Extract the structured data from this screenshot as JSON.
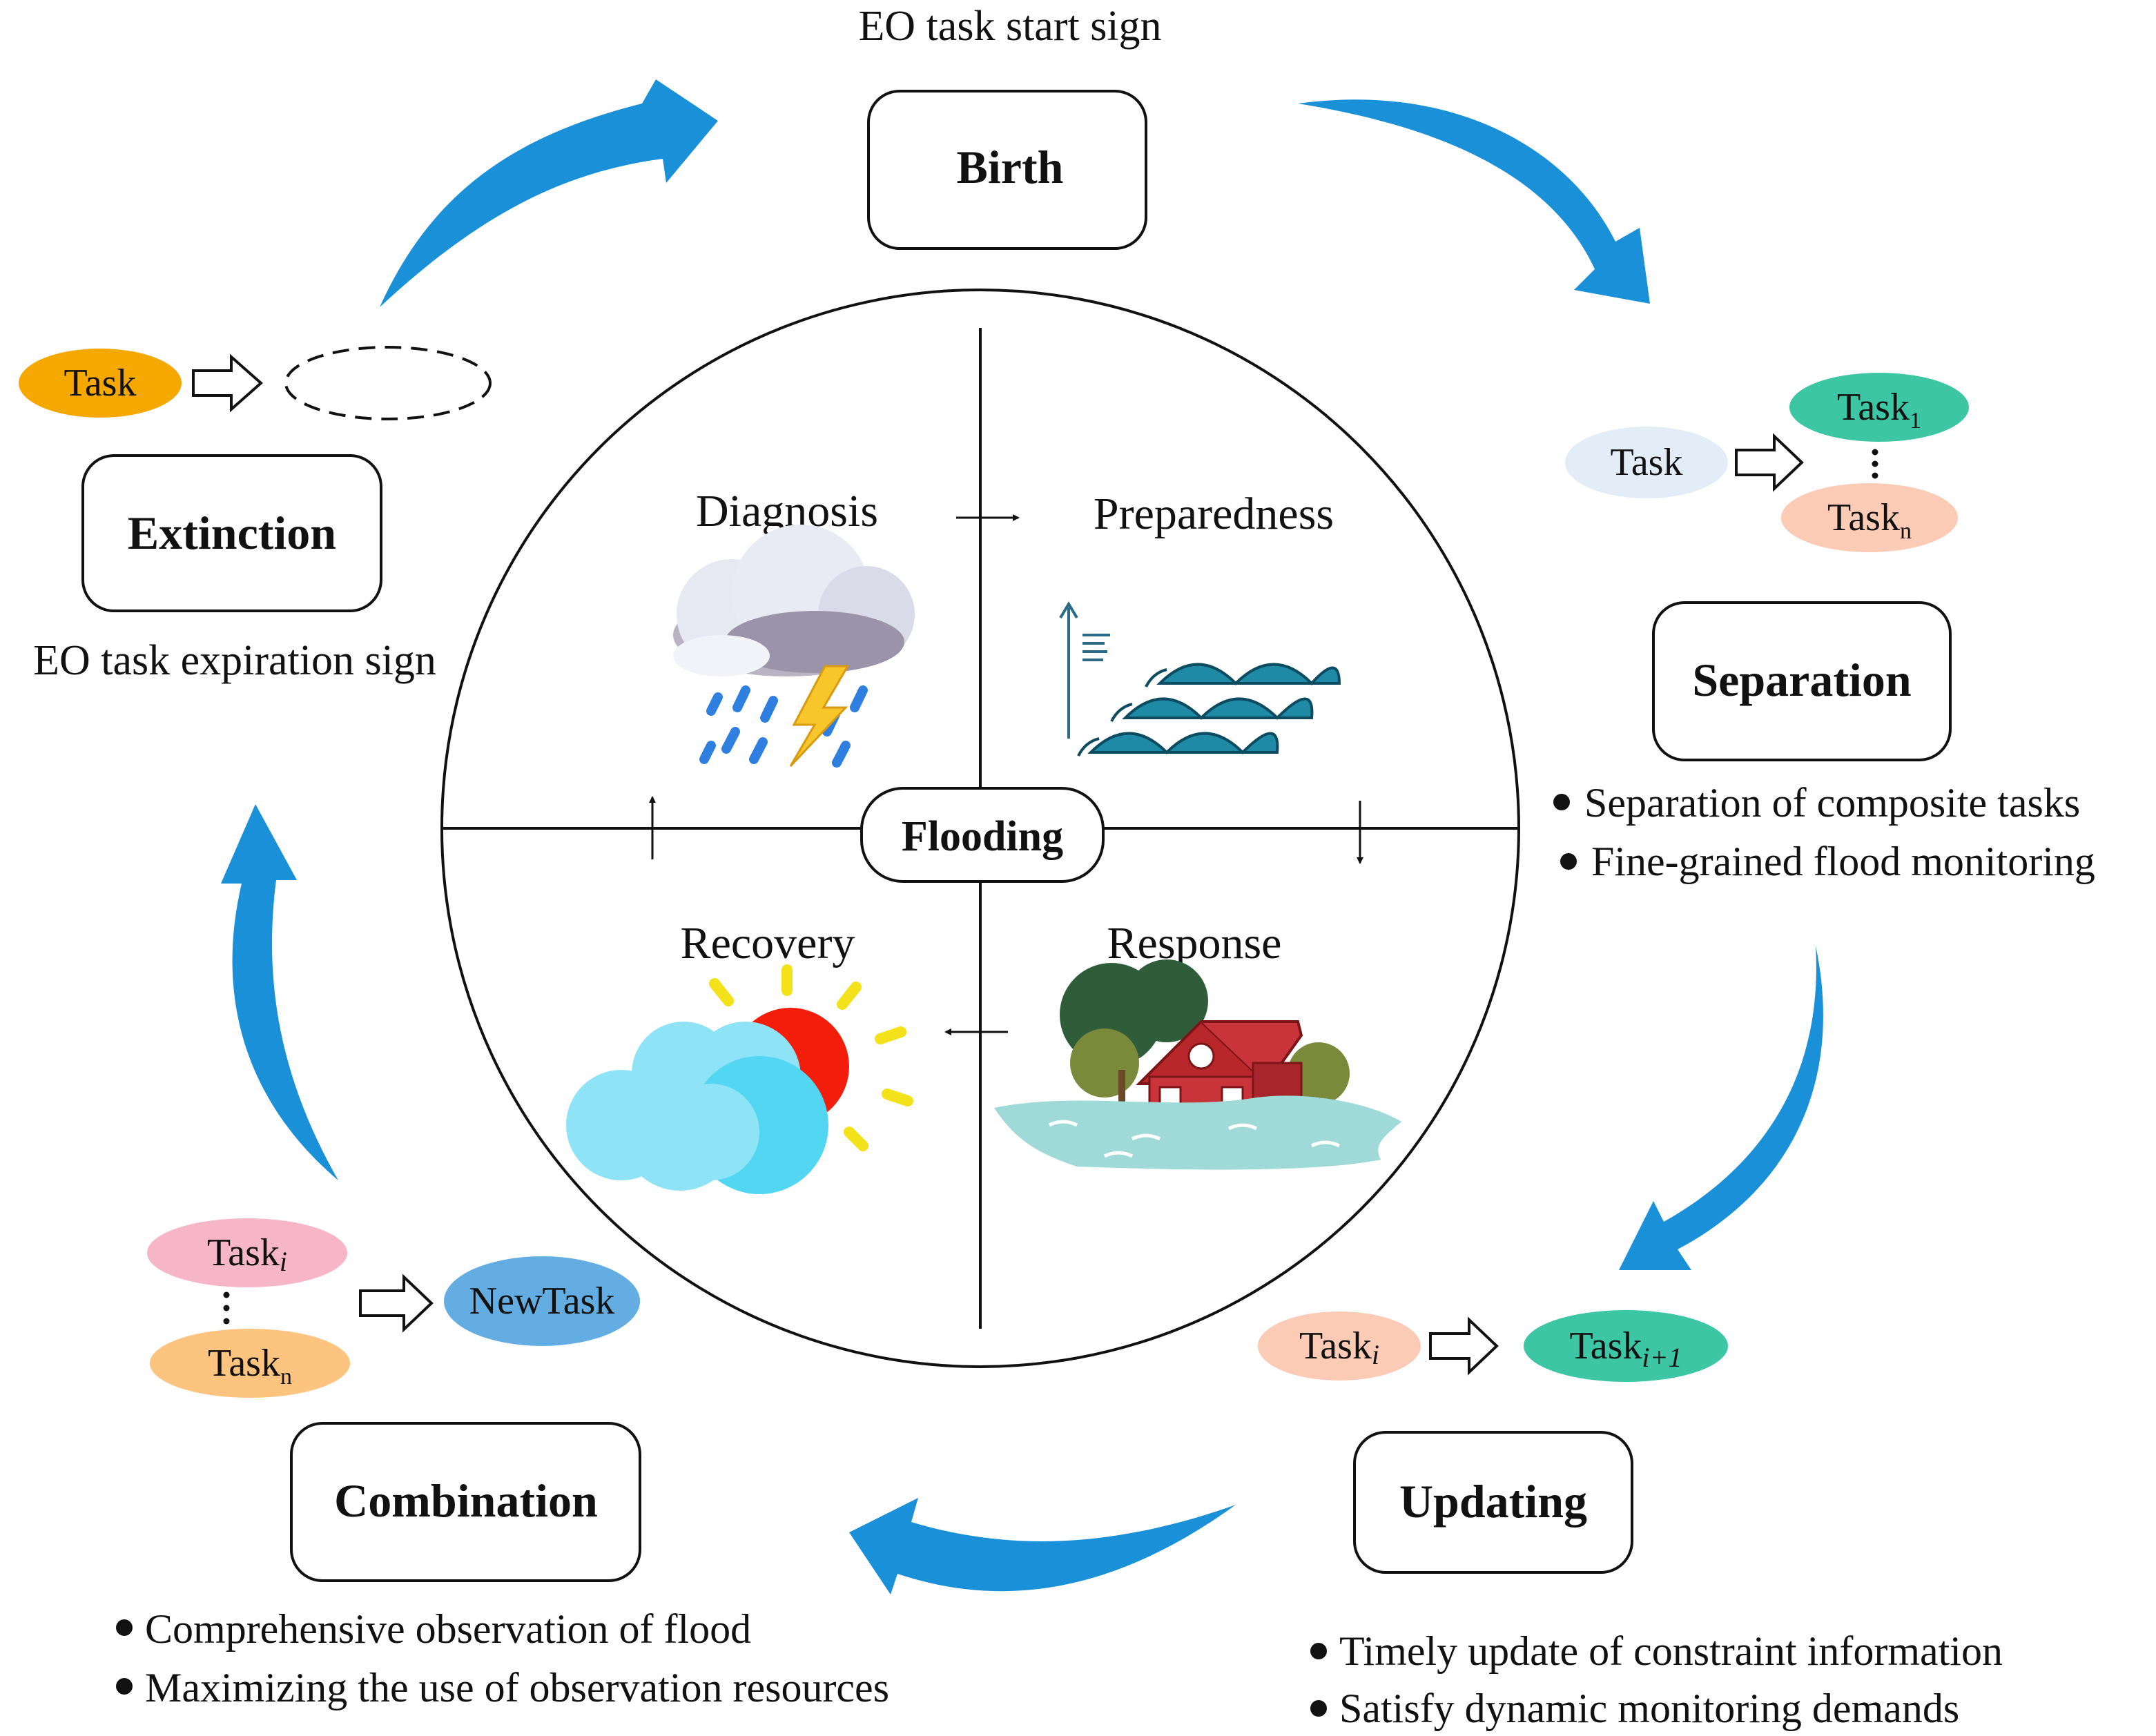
{
  "hub": {
    "label": "Flooding"
  },
  "top_sign": "EO task start sign",
  "extinction_sign": "EO task expiration sign",
  "stages": {
    "birth": "Birth",
    "separation": "Separation",
    "updating": "Updating",
    "combination": "Combination",
    "extinction": "Extinction"
  },
  "quadrants": {
    "diagnosis": "Diagnosis",
    "preparedness": "Preparedness",
    "response": "Response",
    "recovery": "Recovery"
  },
  "separation_bullets": [
    "Separation of composite tasks",
    "Fine-grained flood monitoring"
  ],
  "updating_bullets": [
    "Timely update of constraint information",
    "Satisfy dynamic monitoring demands"
  ],
  "combination_bullets": [
    "Comprehensive observation of flood",
    "Maximizing the use of observation resources"
  ],
  "tasks": {
    "task": "Task",
    "task_base": "Task",
    "sub_1": "1",
    "sub_n": "n",
    "sub_i": "i",
    "sub_i_plus_1": "i+1",
    "new_task": "NewTask"
  },
  "colors": {
    "cycle_arrow": "#1a90d9",
    "extinction_task": "#f5a800",
    "separation_task": "#e3edf8",
    "task_teal": "#3cc6a4",
    "task_salmon": "#fbcbb6",
    "task_pink": "#f7b6c7",
    "task_orange": "#fcc47e",
    "new_task": "#64ade3"
  },
  "icons": [
    "storm-cloud-icon",
    "rising-water-icon",
    "flooded-house-icon",
    "sun-cloud-icon"
  ]
}
